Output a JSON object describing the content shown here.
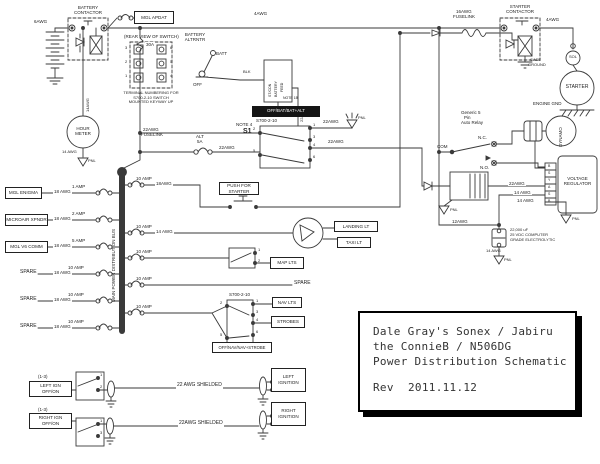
{
  "common": {
    "pnl": "PNL"
  },
  "title_block": {
    "line1": "Dale Gray's Sonex / Jabiru",
    "line2": "the ConnieB / N506DG",
    "line3": "Power Distribution Schematic",
    "rev_label": "Rev",
    "rev_value": "2011.11.12"
  },
  "top": {
    "battery_contactor": [
      "BATTERY",
      "CONTACTOR"
    ],
    "always_hot_box": "MGL APDAT",
    "wire_6awg": "6AWG",
    "wire_4awg": "4AWG",
    "wire_4awg_b": "4AWG",
    "fuse_30a": "30A",
    "rear_view_caption": "(REAR VIEW OF SWITCH)",
    "rear_terminals": [
      "3",
      "2",
      "1",
      "6",
      "5",
      "4"
    ],
    "terminal_note": [
      "TERMINAL NUMBERING FOR",
      "S700-2-10 SWITCH",
      "MOUNTED KEYWAY UP"
    ],
    "batt_alt_switch": [
      "BATTERY",
      "ALTRNTR"
    ],
    "pos_batt": "BATT",
    "pos_off": "OFF",
    "note_box_lines": [
      "ST/CON",
      "BATTERY",
      "FEED"
    ],
    "note_box_ref": "NOTE 1B",
    "wire_blk": "BLK",
    "wire_22awg_vert": "22AWG",
    "master_switch_caption": "OFF/BAT/BAT+ALT",
    "master_switch_model": "S700-2-10",
    "master_note": "NOTE 4",
    "master_id": "S1",
    "s1_terminals_left": [
      "2",
      "5"
    ],
    "s1_terminals_right": [
      "1",
      "3",
      "4",
      "6"
    ],
    "fuselink_22": [
      "22AWG",
      "FUSELINK"
    ],
    "alt_breaker": [
      "ALT",
      "5A"
    ],
    "wire_22awg_a": "22AWG",
    "wire_22awg_b": "22AWG",
    "wire_22awg_c": "22AWG",
    "starter_contactor": [
      "STARTER",
      "CONTACTOR"
    ],
    "fuselink_16": [
      "16AWG",
      "FUSELINK"
    ],
    "case_ground": [
      "CASE",
      "GROUND"
    ],
    "solenoid": "SOL",
    "starter": "STARTER",
    "engine_ground": "ENGINE GND"
  },
  "battery_branch": {
    "wire_14awg_vert": "14AWG",
    "device": [
      "HOUR",
      "METER"
    ],
    "wire_14awg": "14 AWG"
  },
  "bus": {
    "label": "MAIN POWER DISTRIBUTION BUS"
  },
  "left_rows": [
    {
      "device": "MGL ENIGMA",
      "wire": "18 AWG",
      "fuse": "1 AMP"
    },
    {
      "device": "MICROAIR XPNDR",
      "wire": "18 AWG",
      "fuse": "2 AMP"
    },
    {
      "device": "MGL V6 COMM",
      "wire": "18 AWG",
      "fuse": "5 AMP"
    },
    {
      "device": "SPARE",
      "wire": "18 AWG",
      "fuse": "10 AMP"
    },
    {
      "device": "SPARE",
      "wire": "18 AWG",
      "fuse": "10 AMP"
    },
    {
      "device": "SPARE",
      "wire": "18 AWG",
      "fuse": "10 AMP"
    }
  ],
  "right_rows": {
    "starter": {
      "fuse": "10 AMP",
      "wire": "18AWG",
      "button": [
        "PUSH FOR",
        "STARTER"
      ]
    },
    "lights": {
      "fuse": "10 AMP",
      "wire": "14 AWG",
      "landing": "LANDING LT",
      "taxi": "TAXI LT"
    },
    "map": {
      "fuse": "10 AMP",
      "box": "MAP LTS",
      "terminals": [
        "1",
        "2"
      ]
    },
    "spare": {
      "fuse": "10 AMP",
      "label": "SPARE"
    },
    "nav": {
      "fuse": "10 AMP",
      "model": "S700-2-10",
      "nav": "NAV LTS",
      "strobes": "STROBES",
      "caption": "OFF/NAV/NAV+STROBE",
      "terminals_left": [
        "2",
        "5"
      ],
      "terminals_right": [
        "1",
        "3",
        "4",
        "6"
      ]
    }
  },
  "charging": {
    "relay_note": [
      "Generic 5",
      "Pin",
      "Auto Relay"
    ],
    "com": "COM",
    "nc": "N.C.",
    "no": "N.O.",
    "dynamo": "DYNAMO",
    "regulator": [
      "VOLTAGE",
      "REGULATOR"
    ],
    "regulator_pins": [
      "B",
      "S",
      "Y",
      "A",
      "S",
      "B"
    ],
    "wire_22awg": "22AWG",
    "wire_14awg_a": "14 AWG",
    "wire_14awg_b": "14 AWG",
    "wire_12awg": "12AWG",
    "capacitor": [
      "22,000 uF",
      "25 VDC COMPUTER",
      "GRADE ELECTROLYTIC"
    ],
    "cap_wire": "14 AWG"
  },
  "ignition": [
    {
      "ref": "(1-3)",
      "switch": [
        "LEFT IGN",
        "OFF/ON"
      ],
      "cable": "22 AWG SHIELDED",
      "dest": [
        "LEFT",
        "IGNITION"
      ],
      "terminals": [
        "1",
        "2"
      ]
    },
    {
      "ref": "(1-3)",
      "switch": [
        "RIGHT IGN",
        "OFF/ON"
      ],
      "cable": "22AWG SHIELDED",
      "dest": [
        "RIGHT",
        "IGNITION"
      ],
      "terminals": [
        "1",
        "3"
      ]
    }
  ]
}
